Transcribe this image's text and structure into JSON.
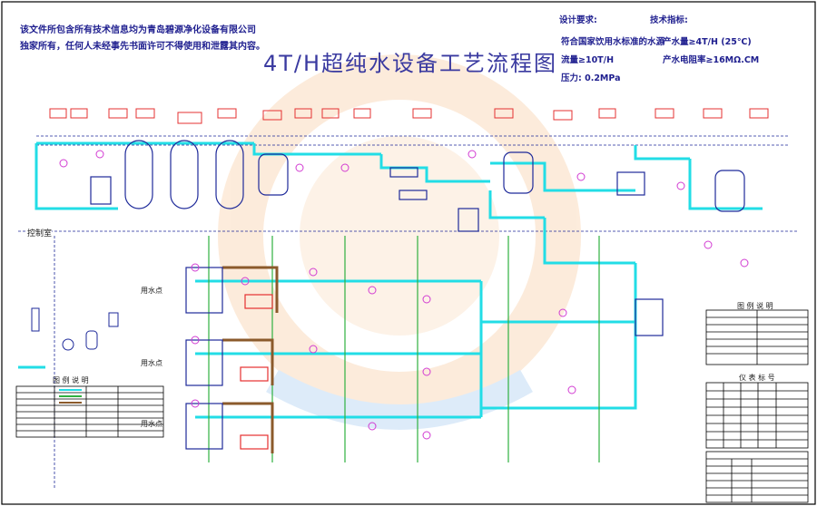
{
  "notice": {
    "line1": "该文件所包含所有技术信息均为青岛碧源净化设备有限公司",
    "line2": "独家所有，任何人未经事先书面许可不得使用和泄露其内容。"
  },
  "title": "4T/H超纯水设备工艺流程图",
  "requirements": {
    "heading": "设计要求:",
    "items": [
      "符合国家饮用水标准的水源",
      "流量≥10T/H",
      "压力: 0.2MPa"
    ]
  },
  "indicators": {
    "heading": "技术指标:",
    "items": [
      "产水量≥4T/H (25℃)",
      "产水电阻率≥16MΩ.CM"
    ]
  },
  "control_room": "控制室",
  "legend_left_title": "图 例 说 明",
  "legend_right_title": "图 例 说 明",
  "instrument_title": "仪 表 标 号",
  "inlet_labels": [
    "用水点",
    "用水点",
    "用水点"
  ],
  "colors": {
    "main_pipe": "#22dde6",
    "signal_line": "#30b040",
    "drain_line": "#8b5a2b",
    "device": "#1e2a9a",
    "instrument": "#d23bd2",
    "tag": "#e53030"
  }
}
